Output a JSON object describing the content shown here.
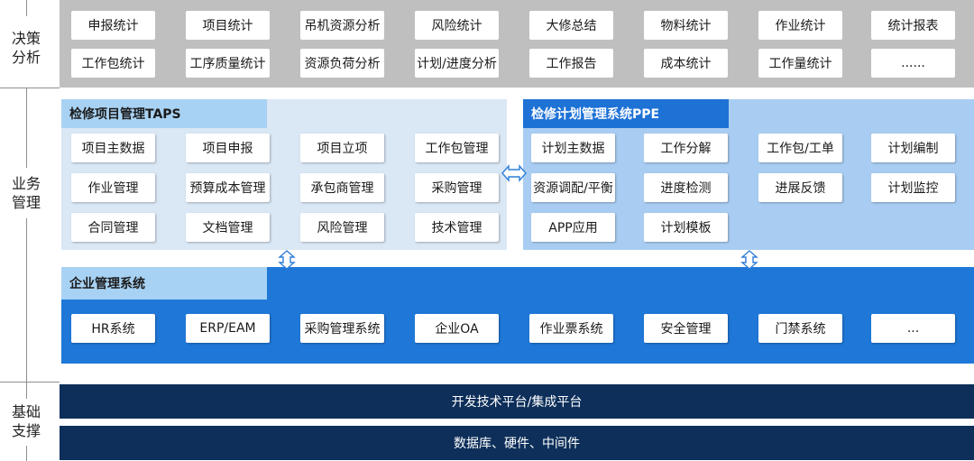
{
  "labels": {
    "decision": "决策分析",
    "business": "业务管理",
    "foundation": "基础支撑"
  },
  "decision_items": [
    "申报统计",
    "项目统计",
    "吊机资源分析",
    "风险统计",
    "大修总结",
    "物料统计",
    "作业统计",
    "统计报表",
    "工作包统计",
    "工序质量统计",
    "资源负荷分析",
    "计划/进度分析",
    "工作报告",
    "成本统计",
    "工作量统计",
    "......"
  ],
  "taps": {
    "title": "检修项目管理TAPS",
    "items": [
      "项目主数据",
      "项目申报",
      "项目立项",
      "工作包管理",
      "作业管理",
      "预算成本管理",
      "承包商管理",
      "采购管理",
      "合同管理",
      "文档管理",
      "风险管理",
      "技术管理"
    ]
  },
  "ppe": {
    "title": "检修计划管理系统PPE",
    "items": [
      "计划主数据",
      "工作分解",
      "工作包/工单",
      "计划编制",
      "资源调配/平衡",
      "进度检测",
      "进展反馈",
      "计划监控",
      "APP应用",
      "计划模板"
    ]
  },
  "enterprise": {
    "title": "企业管理系统",
    "items": [
      "HR系统",
      "ERP/EAM",
      "采购管理系统",
      "企业OA",
      "作业票系统",
      "安全管理",
      "门禁系统",
      "..."
    ]
  },
  "foundation": {
    "platform": "开发技术平台/集成平台",
    "database": "数据库、硬件、中间件"
  },
  "colors": {
    "gray_band": "#bfbfbf",
    "taps_bg": "#dae7f5",
    "taps_title": "#a8d2f3",
    "ppe_bg": "#a9cdf2",
    "ppe_title": "#1e72d6",
    "enterprise_bg": "#1f78d8",
    "enterprise_title": "#a8d2f3",
    "navy": "#0d2f5a"
  }
}
